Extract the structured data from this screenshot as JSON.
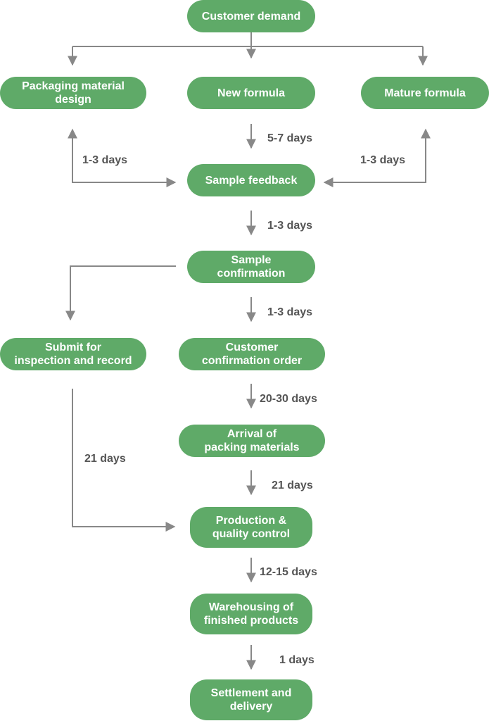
{
  "colors": {
    "node_fill": "#5faa68",
    "node_text": "#ffffff",
    "connector": "#888888",
    "label_text": "#555555"
  },
  "nodes": {
    "customer_demand": "Customer demand",
    "packaging_design": "Packaging material\ndesign",
    "new_formula": "New formula",
    "mature_formula": "Mature formula",
    "sample_feedback": "Sample feedback",
    "sample_confirmation": "Sample\nconfirmation",
    "submit_inspection": "Submit for\ninspection and record",
    "customer_order": "Customer\nconfirmation order",
    "arrival_materials": "Arrival of\npacking materials",
    "production_qc": "Production &\nquality control",
    "warehousing": "Warehousing of\nfinished products",
    "settlement": "Settlement and\ndelivery"
  },
  "durations": {
    "new_to_feedback": "5-7 days",
    "packaging_loop": "1-3 days",
    "mature_loop": "1-3 days",
    "feedback_to_confirmation": "1-3 days",
    "confirmation_to_order": "1-3 days",
    "order_to_arrival": "20-30 days",
    "inspection_to_production": "21 days",
    "arrival_to_production": "21 days",
    "production_to_warehousing": "12-15 days",
    "warehousing_to_settlement": "1 days"
  }
}
